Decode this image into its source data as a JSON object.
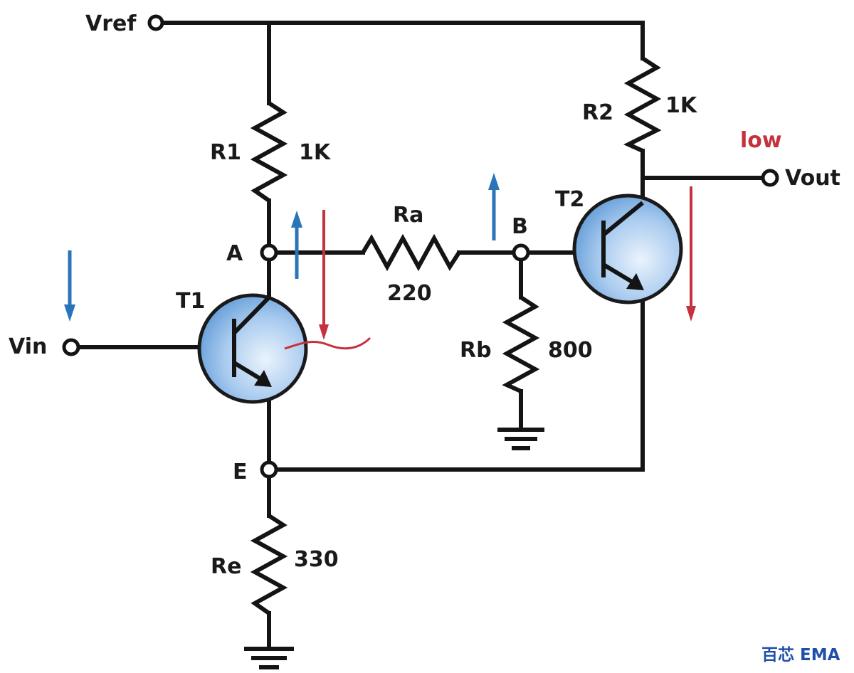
{
  "labels": {
    "vref": "Vref",
    "vin": "Vin",
    "vout": "Vout",
    "node_a": "A",
    "node_b": "B",
    "node_e": "E",
    "t1": "T1",
    "t2": "T2",
    "r1_name": "R1",
    "r1_value": "1K",
    "r2_name": "R2",
    "r2_value": "1K",
    "ra_name": "Ra",
    "ra_value": "220",
    "rb_name": "Rb",
    "rb_value": "800",
    "re_name": "Re",
    "re_value": "330",
    "vout_state": "low"
  },
  "watermark": "百芯 EMA",
  "colors": {
    "wire": "#141414",
    "current_up": "#2a74b8",
    "current_down": "#c4323e",
    "transistor_fill": "#7fb2e5",
    "state_text": "#c4323e",
    "watermark": "#1f4fa8"
  }
}
